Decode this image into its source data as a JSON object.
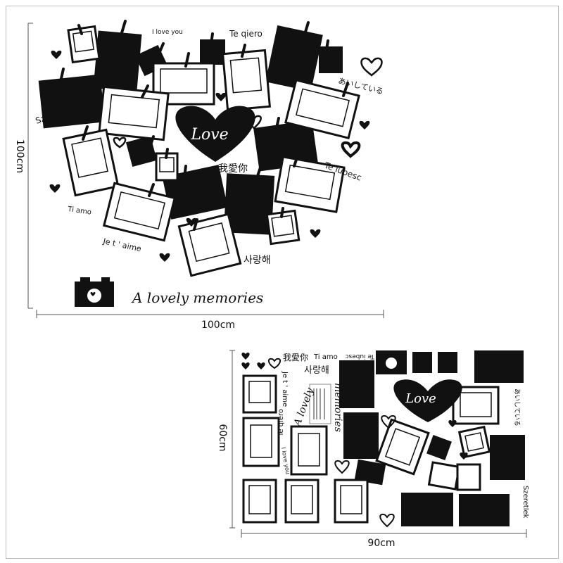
{
  "top_panel": {
    "height_label": "100cm",
    "width_label": "100cm",
    "phrases": {
      "love_heart": "Love",
      "i_love_you": "I love you",
      "te_qiero": "Te qiero",
      "japanese": "あいしている",
      "szeretlek": "Szeretlek",
      "chinese": "我愛你",
      "te_iubesc": "Te iubesc",
      "ti_amo": "Ti amo",
      "je_taime": "Je t ' aime",
      "korean": "사랑해",
      "slogan": "A lovely memories"
    }
  },
  "bottom_panel": {
    "height_label": "60cm",
    "width_label": "90cm",
    "phrases": {
      "love_heart": "Love",
      "chinese": "我愛你",
      "ti_amo": "Ti amo",
      "te_iubesc": "Te iubesc",
      "korean": "사랑해",
      "je_taime": "Je t ' aime",
      "te_qiero": "Te qiero",
      "slogan_a": "A lovely",
      "slogan_b": "memories",
      "i_love_you": "I love you",
      "japanese": "あいしている",
      "szeretlek": "Szeretlek"
    }
  },
  "colors": {
    "ink": "#111111",
    "paper": "#ffffff",
    "guide": "#555555"
  }
}
